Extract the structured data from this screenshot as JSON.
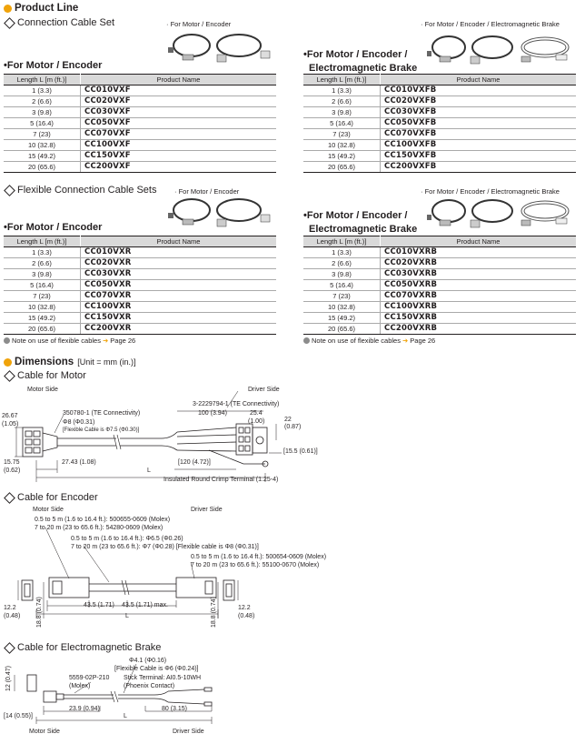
{
  "product_line": {
    "title": "Product Line",
    "connection_title": "Connection Cable Set",
    "flexible_title": "Flexible Connection Cable Sets",
    "captions": {
      "motor_encoder": "· For Motor / Encoder",
      "motor_encoder_brake": "· For Motor / Encoder / Electromagnetic Brake"
    },
    "heading_motor_encoder": "For Motor / Encoder",
    "heading_brake_line1": "For Motor / Encoder /",
    "heading_brake_line2": "Electromagnetic Brake",
    "col_length": "Length L [m (ft.)]",
    "col_name": "Product Name",
    "lengths": [
      "1 (3.3)",
      "2 (6.6)",
      "3 (9.8)",
      "5 (16.4)",
      "7 (23)",
      "10 (32.8)",
      "15 (49.2)",
      "20 (65.6)"
    ],
    "tables": {
      "vxf": [
        "CC010VXF",
        "CC020VXF",
        "CC030VXF",
        "CC050VXF",
        "CC070VXF",
        "CC100VXF",
        "CC150VXF",
        "CC200VXF"
      ],
      "vxfb": [
        "CC010VXFB",
        "CC020VXFB",
        "CC030VXFB",
        "CC050VXFB",
        "CC070VXFB",
        "CC100VXFB",
        "CC150VXFB",
        "CC200VXFB"
      ],
      "vxr": [
        "CC010VXR",
        "CC020VXR",
        "CC030VXR",
        "CC050VXR",
        "CC070VXR",
        "CC100VXR",
        "CC150VXR",
        "CC200VXR"
      ],
      "vxrb": [
        "CC010VXRB",
        "CC020VXRB",
        "CC030VXRB",
        "CC050VXRB",
        "CC070VXRB",
        "CC100VXRB",
        "CC150VXRB",
        "CC200VXRB"
      ]
    },
    "note_text": "Note on use of flexible cables",
    "note_arrow": "➜",
    "note_page": "Page 26"
  },
  "dimensions": {
    "title": "Dimensions",
    "unit": "[Unit = mm (in.)]",
    "motor": {
      "title": "Cable for Motor",
      "motor_side": "Motor Side",
      "driver_side": "Driver Side",
      "conn_driver": "3-2229794-1 (TE Connectivity)",
      "conn_motor": "350780-1 (TE Connectivity)",
      "dia": "Φ8 (Φ0.31)",
      "flex_note": "[Flexible Cable is Φ7.5 (Φ0.30)]",
      "d100": "100 (3.94)",
      "d25": "25.4",
      "d25b": "(1.00)",
      "d22": "22",
      "d22b": "(0.87)",
      "d26": "26.67",
      "d26b": "(1.05)",
      "d15": "[15.5 (0.61)]",
      "d1575": "15.75",
      "d1575b": "(0.62)",
      "d2743": "27.43 (1.08)",
      "d120": "[120 (4.72)]",
      "L": "L",
      "terminal": "Insulated Round Crimp Terminal (1.25-4)"
    },
    "encoder": {
      "title": "Cable for Encoder",
      "motor_side": "Motor Side",
      "driver_side": "Driver Side",
      "m_conn1": "0.5 to 5 m (1.6 to 16.4 ft.): 500655-0609 (Molex)",
      "m_conn2": "7 to 20 m (23 to 65.6 ft.): 54280-0609 (Molex)",
      "dia1": "0.5 to 5 m (1.6 to 16.4 ft.): Φ6.5 (Φ0.26)",
      "dia2": "7 to 20 m (23 to 65.6 ft.): Φ7 (Φ0.28) [Flexible cable is Φ8 (Φ0.31)]",
      "d_conn1": "0.5 to 5 m (1.6 to 16.4 ft.): 500654-0609 (Molex)",
      "d_conn2": "7 to 20 m (23 to 65.6 ft.): 55100-0670 (Molex)",
      "d12": "12.2",
      "d12b": "(0.48)",
      "d18": "18.8 (0.74)",
      "d435": "43.5 (1.71)",
      "d435max": "43.5 (1.71) max.",
      "L": "L"
    },
    "brake": {
      "title": "Cable for Electromagnetic Brake",
      "dia": "Φ4.1 (Φ0.16)",
      "flex": "[Flexible Cable is Φ6 (Φ0.24)]",
      "conn": "5559-02P-210",
      "conn_mfr": "(Molex)",
      "stick": "Stick Terminal: AI0.5-10WH",
      "stick_mfr": "(Phoenix Contact)",
      "d12": "12 (0.47)",
      "d239": "23.9 (0.94)",
      "d80": "80 (3.15)",
      "d14": "[14 (0.55)]",
      "L": "L",
      "motor_side": "Motor Side",
      "driver_side": "Driver Side"
    }
  }
}
